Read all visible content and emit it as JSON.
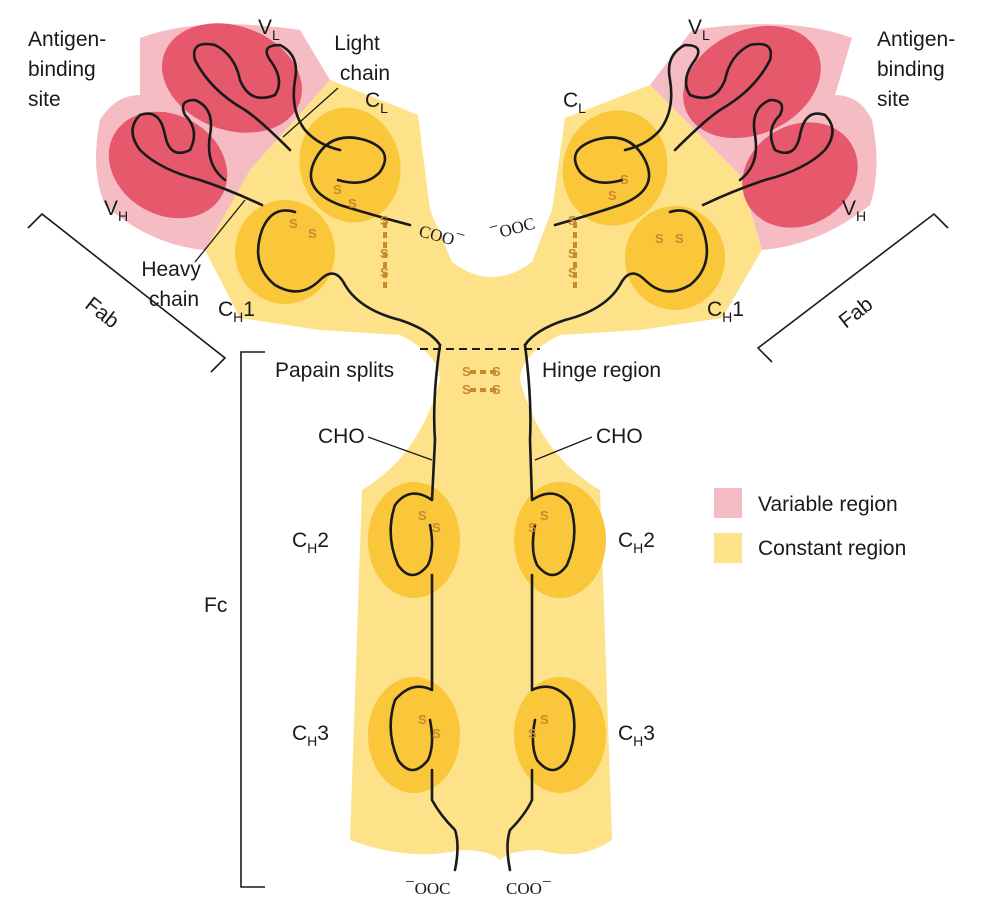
{
  "colors": {
    "variable": "#f6bcc3",
    "variable_domain": "#e6596d",
    "constant": "#fde28a",
    "constant_domain": "#fac63a",
    "disulfide": "#c88a2c",
    "chain": "#1a1a1a"
  },
  "labels": {
    "antigen_binding_site": [
      "Antigen-",
      "binding",
      "site"
    ],
    "light_chain": [
      "Light",
      "chain"
    ],
    "heavy_chain": [
      "Heavy",
      "chain"
    ],
    "fab": "Fab",
    "fc": "Fc",
    "papain_splits": "Papain splits",
    "hinge_region": "Hinge region",
    "cho": "CHO",
    "coo": "COO",
    "ooc": "OOC",
    "charge": "−",
    "ss": "S",
    "domains": {
      "v_letter": "V",
      "c_letter": "C",
      "l_sub": "L",
      "h_sub": "H",
      "ch1_num": "1",
      "ch2_num": "2",
      "ch3_num": "3"
    }
  },
  "legend": [
    {
      "label": "Variable region",
      "color": "#f6bcc3"
    },
    {
      "label": "Constant region",
      "color": "#fde28a"
    }
  ]
}
